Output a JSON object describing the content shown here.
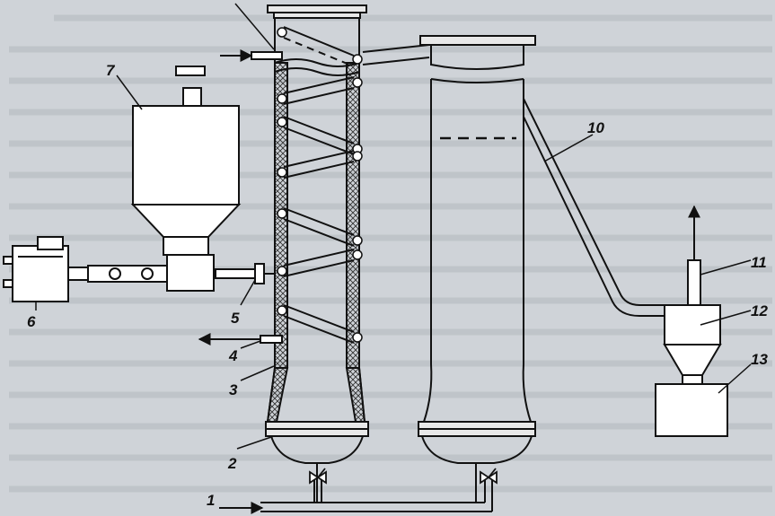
{
  "labels": {
    "l1": "1",
    "l2": "2",
    "l3": "3",
    "l4": "4",
    "l5": "5",
    "l6": "6",
    "l7": "7",
    "l10": "10",
    "l11": "11",
    "l12": "12",
    "l13": "13"
  },
  "colors": {
    "background": "#cfd3d8",
    "ink": "#111111",
    "hatch": "#444444"
  }
}
